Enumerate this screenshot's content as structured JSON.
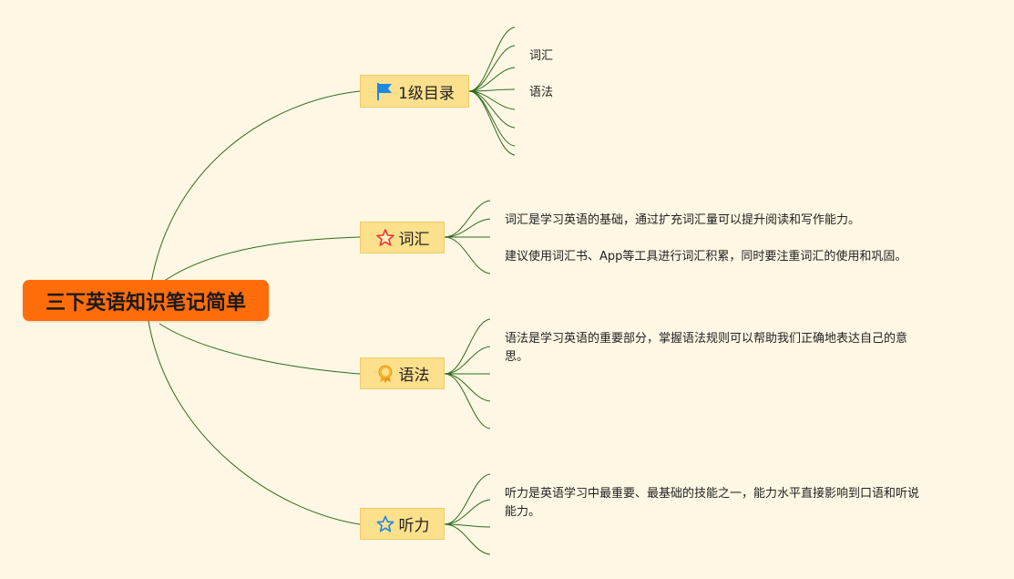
{
  "root": {
    "title": "三下英语知识笔记简单",
    "color": "#FF6D0A"
  },
  "link_color": "#2E6B1E",
  "topics": [
    {
      "label": "1级目录",
      "icon": "flag-icon",
      "subtopics": [
        "词汇",
        "语法"
      ]
    },
    {
      "label": "词汇",
      "icon": "star-icon",
      "notes": [
        "词汇是学习英语的基础，通过扩充词汇量可以提升阅读和写作能力。",
        "建议使用词汇书、App等工具进行词汇积累，同时要注重词汇的使用和巩固。"
      ]
    },
    {
      "label": "语法",
      "icon": "medal-icon",
      "notes": [
        "语法是学习英语的重要部分，掌握语法规则可以帮助我们正确地表达自己的意",
        "思。"
      ]
    },
    {
      "label": "听力",
      "icon": "star-outline-icon",
      "notes": [
        "听力是英语学习中最重要、最基础的技能之一，能力水平直接影响到口语和听说",
        "能力。"
      ]
    }
  ]
}
